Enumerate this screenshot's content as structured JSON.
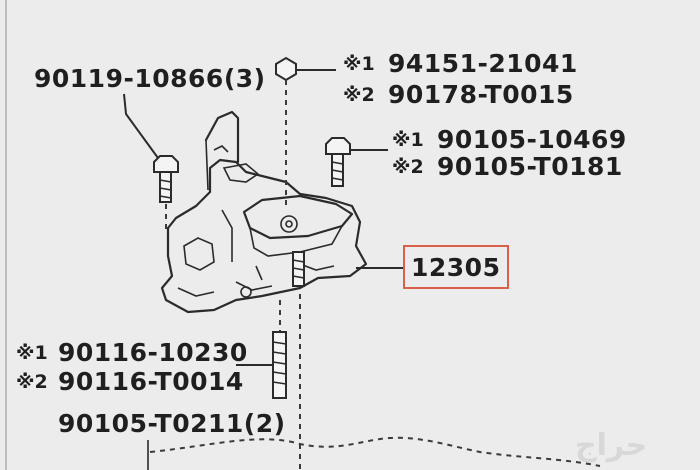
{
  "labels": {
    "bolt_top_left": "90119-10866(3)",
    "nut_top_1": "94151-21041",
    "nut_top_2": "90178-T0015",
    "bolt_right_1": "90105-10469",
    "bolt_right_2": "90105-T0181",
    "assembly": "12305",
    "stud_1": "90116-10230",
    "stud_2": "90116-T0014",
    "bolt_bottom": "90105-T0211(2)"
  },
  "markers": {
    "m1": "※1",
    "m2": "※2"
  },
  "colors": {
    "highlight_box": "#d9604a",
    "background": "#ececec",
    "ink": "#1f1f1f"
  },
  "watermark": "حراج"
}
